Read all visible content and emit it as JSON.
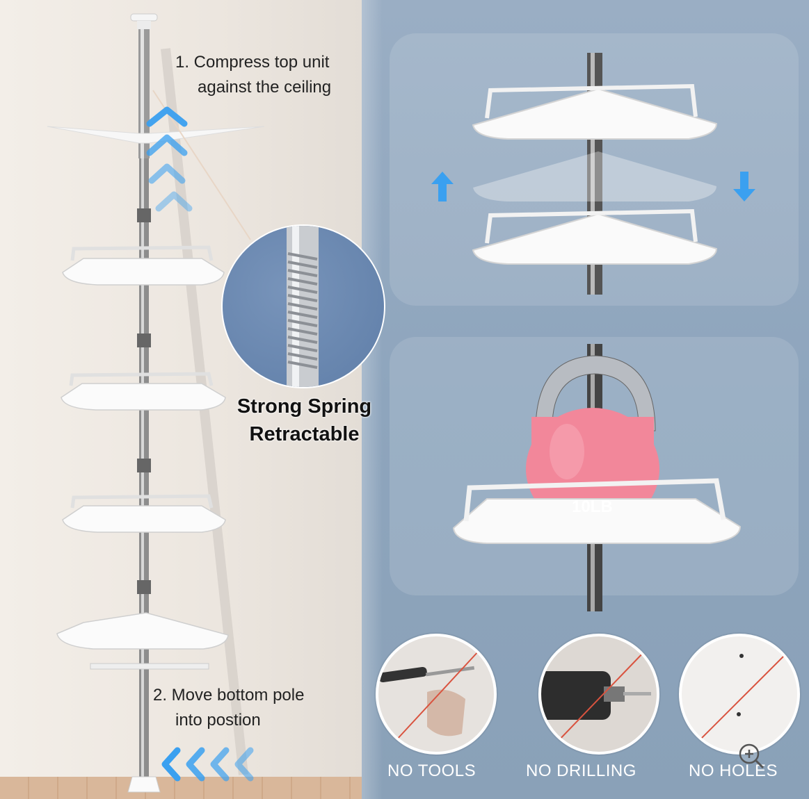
{
  "captions": {
    "step1_line1": "1. Compress top unit",
    "step1_line2": "against the ceiling",
    "step2_line1": "2. Move bottom pole",
    "step2_line2": "into postion"
  },
  "spring": {
    "line1": "Strong Spring",
    "line2": "Retractable"
  },
  "kettlebell": {
    "label": "10LB"
  },
  "features": [
    {
      "label": "NO TOOLS"
    },
    {
      "label": "NO DRILLING"
    },
    {
      "label": "NO HOLES"
    }
  ],
  "colors": {
    "accent_blue": "#3aa0f0",
    "kettlebell_pink": "#f2879a",
    "no_sign_red": "#d9533f"
  },
  "icons": {
    "zoom": "zoom-in-icon"
  }
}
